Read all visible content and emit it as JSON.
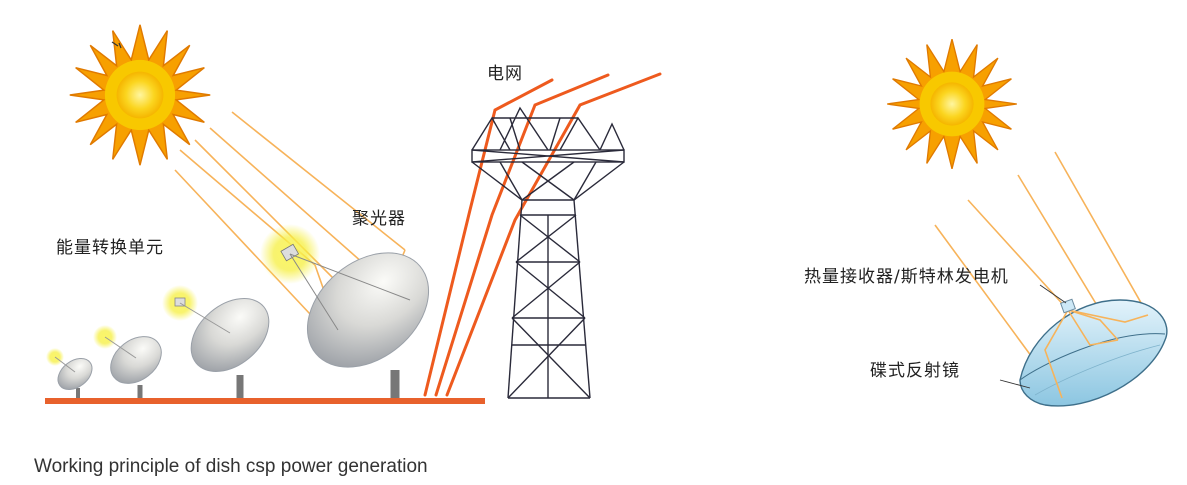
{
  "labels": {
    "grid": "电网",
    "concentrator": "聚光器",
    "conversion_unit": "能量转换单元",
    "receiver_engine": "热量接收器/斯特林发电机",
    "dish_mirror": "碟式反射镜"
  },
  "caption": "Working principle of dish csp power generation",
  "colors": {
    "sun_rays": "#f5a400",
    "sun_body": "#f8c800",
    "sun_core": "#fff176",
    "light_beam": "#f7b35a",
    "power_line": "#ee5a1e",
    "ground": "#e8612c",
    "tower": "#2a2a3a",
    "dish_shadow": "#8f949c",
    "dish_light": "#f2f2f0",
    "glow": "#f6ef40",
    "mirror_fill": "#a9d7ea"
  },
  "icons": [
    "sun-icon",
    "dish-icon",
    "transmission-tower-icon",
    "receiver-icon"
  ]
}
